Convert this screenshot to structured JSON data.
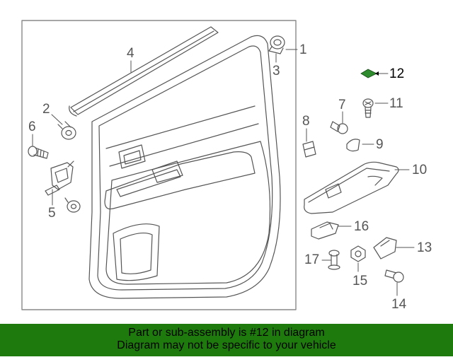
{
  "diagram": {
    "callouts": [
      {
        "id": "1",
        "label": "1"
      },
      {
        "id": "2",
        "label": "2"
      },
      {
        "id": "3",
        "label": "3"
      },
      {
        "id": "4",
        "label": "4"
      },
      {
        "id": "5",
        "label": "5"
      },
      {
        "id": "6",
        "label": "6"
      },
      {
        "id": "7",
        "label": "7"
      },
      {
        "id": "8",
        "label": "8"
      },
      {
        "id": "9",
        "label": "9"
      },
      {
        "id": "10",
        "label": "10"
      },
      {
        "id": "11",
        "label": "11"
      },
      {
        "id": "12",
        "label": "12"
      },
      {
        "id": "13",
        "label": "13"
      },
      {
        "id": "14",
        "label": "14"
      },
      {
        "id": "15",
        "label": "15"
      },
      {
        "id": "16",
        "label": "16"
      },
      {
        "id": "17",
        "label": "17"
      }
    ],
    "highlight_color": "#2e8b2e",
    "line_color": "#555555"
  },
  "banner": {
    "line1": "Part or sub-assembly is #12 in diagram",
    "line2": "Diagram may not be specific to your vehicle",
    "background": "#1f7a0e"
  }
}
